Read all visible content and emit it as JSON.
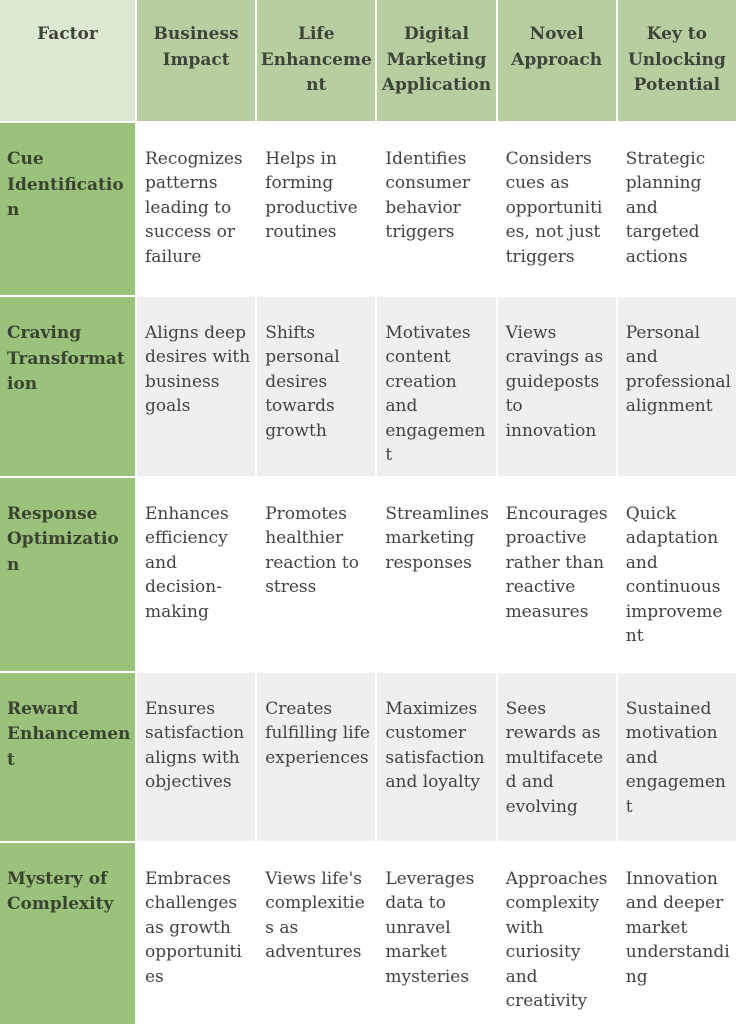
{
  "table": {
    "columns": [
      "Factor",
      "Business Impact",
      "Life Enhancement",
      "Digital Marketing Application",
      "Novel Approach",
      "Key to Unlocking Potential"
    ],
    "rows": [
      {
        "label": "Cue Identification",
        "cells": [
          "Recognizes patterns leading to success or failure",
          "Helps in forming productive routines",
          "Identifies consumer behavior triggers",
          "Considers cues as opportunities, not just triggers",
          "Strategic planning and targeted actions"
        ]
      },
      {
        "label": "Craving Transformation",
        "cells": [
          "Aligns deep desires with business goals",
          "Shifts personal desires towards growth",
          "Motivates content creation and engagement",
          "Views cravings as guideposts to innovation",
          "Personal and professional alignment"
        ]
      },
      {
        "label": "Response Optimization",
        "cells": [
          "Enhances efficiency and decision-making",
          "Promotes healthier reaction to stress",
          "Streamlines marketing responses",
          "Encourages proactive rather than reactive measures",
          "Quick adaptation and continuous improvement"
        ]
      },
      {
        "label": "Reward Enhancement",
        "cells": [
          "Ensures satisfaction aligns with objectives",
          "Creates fulfilling life experiences",
          "Maximizes customer satisfaction and loyalty",
          "Sees rewards as multifaceted and evolving",
          "Sustained motivation and engagement"
        ]
      },
      {
        "label": "Mystery of Complexity",
        "cells": [
          "Embraces challenges as growth opportunities",
          "Views life's complexities as adventures",
          "Leverages data to unravel market mysteries",
          "Approaches complexity with curiosity and creativity",
          "Innovation and deeper market understanding"
        ]
      }
    ],
    "colors": {
      "header_bg": "#b6cea0",
      "header_factor_bg": "#dce8d1",
      "label_bg": "#9ac27b",
      "row_white_bg": "#ffffff",
      "row_gray_bg": "#efefed",
      "body_text": "#424242",
      "label_text": "#3b4231"
    }
  }
}
